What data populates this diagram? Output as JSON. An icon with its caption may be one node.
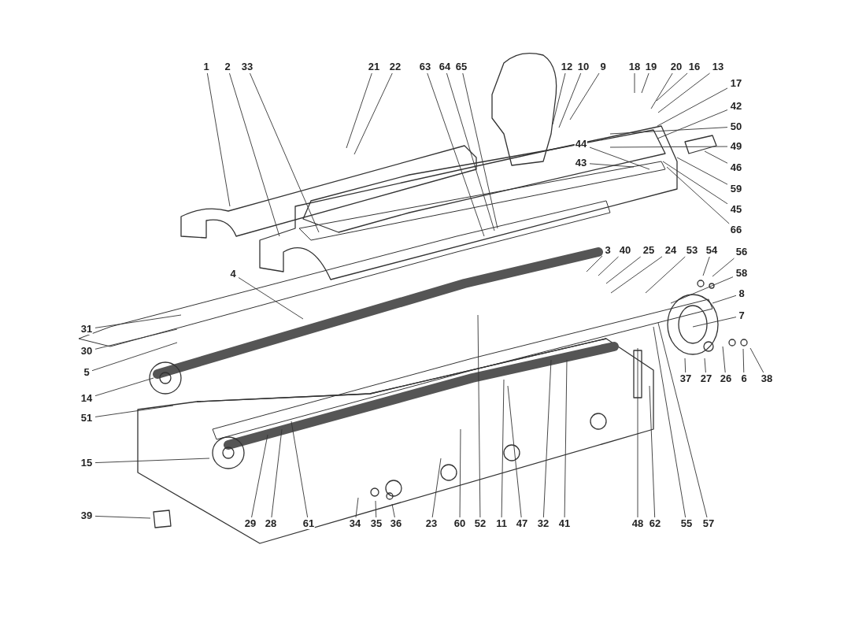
{
  "diagram": {
    "nodes": [
      {
        "text": [
          "1"
        ]
      },
      {
        "text": [
          "2"
        ]
      },
      {
        "text": [
          "33"
        ]
      },
      {
        "text": [
          "21"
        ]
      },
      {
        "text": [
          "22"
        ]
      },
      {
        "text": [
          "63"
        ]
      },
      {
        "text": [
          "64"
        ]
      },
      {
        "text": [
          "65"
        ]
      },
      {
        "text": [
          "12"
        ]
      },
      {
        "text": [
          "10"
        ]
      },
      {
        "text": [
          "9"
        ]
      },
      {
        "text": [
          "18"
        ]
      },
      {
        "text": [
          "19"
        ]
      },
      {
        "text": [
          "20"
        ]
      },
      {
        "text": [
          "16"
        ]
      },
      {
        "text": [
          "13"
        ]
      },
      {
        "text": [
          "17"
        ]
      },
      {
        "text": [
          "42"
        ]
      },
      {
        "text": [
          "50"
        ]
      },
      {
        "text": [
          "44"
        ]
      },
      {
        "text": [
          "49"
        ]
      },
      {
        "text": [
          "43"
        ]
      },
      {
        "text": [
          "46"
        ]
      },
      {
        "text": [
          "59"
        ]
      },
      {
        "text": [
          "45"
        ]
      },
      {
        "text": [
          "66"
        ]
      },
      {
        "text": [
          "3"
        ]
      },
      {
        "text": [
          "40"
        ]
      },
      {
        "text": [
          "25"
        ]
      },
      {
        "text": [
          "24"
        ]
      },
      {
        "text": [
          "53"
        ]
      },
      {
        "text": [
          "54"
        ]
      },
      {
        "text": [
          "56"
        ]
      },
      {
        "text": [
          "58"
        ]
      },
      {
        "text": [
          "8"
        ]
      },
      {
        "text": [
          "7"
        ]
      },
      {
        "text": [
          "37"
        ]
      },
      {
        "text": [
          "27"
        ]
      },
      {
        "text": [
          "26"
        ]
      },
      {
        "text": [
          "6"
        ]
      },
      {
        "text": [
          "38"
        ]
      },
      {
        "text": [
          "4"
        ]
      },
      {
        "text": [
          "31"
        ]
      },
      {
        "text": [
          "30"
        ]
      },
      {
        "text": [
          "5"
        ]
      },
      {
        "text": [
          "14"
        ]
      },
      {
        "text": [
          "51"
        ]
      },
      {
        "text": [
          "15"
        ]
      },
      {
        "text": [
          "39"
        ]
      },
      {
        "text": [
          "29"
        ]
      },
      {
        "text": [
          "28"
        ]
      },
      {
        "text": [
          "61"
        ]
      },
      {
        "text": [
          "34"
        ]
      },
      {
        "text": [
          "35"
        ]
      },
      {
        "text": [
          "36"
        ]
      },
      {
        "text": [
          "23"
        ]
      },
      {
        "text": [
          "60"
        ]
      },
      {
        "text": [
          "52"
        ]
      },
      {
        "text": [
          "11"
        ]
      },
      {
        "text": [
          "47"
        ]
      },
      {
        "text": [
          "32"
        ]
      },
      {
        "text": [
          "41"
        ]
      },
      {
        "text": [
          "48"
        ]
      },
      {
        "text": [
          "62"
        ]
      },
      {
        "text": [
          "55"
        ]
      },
      {
        "text": [
          "57"
        ]
      }
    ],
    "edges": [
      {
        "from": 0,
        "to": null,
        "arrow": "none"
      },
      {
        "from": 1,
        "to": null,
        "arrow": "none"
      },
      {
        "from": 2,
        "to": null,
        "arrow": "none"
      },
      {
        "from": 3,
        "to": null,
        "arrow": "none"
      },
      {
        "from": 4,
        "to": null,
        "arrow": "none"
      },
      {
        "from": 5,
        "to": null,
        "arrow": "none"
      },
      {
        "from": 6,
        "to": null,
        "arrow": "none"
      },
      {
        "from": 7,
        "to": null,
        "arrow": "none"
      },
      {
        "from": 8,
        "to": null,
        "arrow": "none"
      },
      {
        "from": 9,
        "to": null,
        "arrow": "none"
      },
      {
        "from": 10,
        "to": null,
        "arrow": "none"
      },
      {
        "from": 11,
        "to": null,
        "arrow": "none"
      },
      {
        "from": 12,
        "to": null,
        "arrow": "none"
      },
      {
        "from": 13,
        "to": null,
        "arrow": "none"
      },
      {
        "from": 14,
        "to": null,
        "arrow": "none"
      },
      {
        "from": 15,
        "to": null,
        "arrow": "none"
      },
      {
        "from": 16,
        "to": null,
        "arrow": "none"
      },
      {
        "from": 17,
        "to": null,
        "arrow": "none"
      },
      {
        "from": 18,
        "to": null,
        "arrow": "none"
      },
      {
        "from": 19,
        "to": null,
        "arrow": "none"
      },
      {
        "from": 20,
        "to": null,
        "arrow": "none"
      },
      {
        "from": 21,
        "to": null,
        "arrow": "none"
      },
      {
        "from": 22,
        "to": null,
        "arrow": "none"
      },
      {
        "from": 23,
        "to": null,
        "arrow": "none"
      },
      {
        "from": 24,
        "to": null,
        "arrow": "none"
      },
      {
        "from": 25,
        "to": null,
        "arrow": "none"
      },
      {
        "from": 26,
        "to": null,
        "arrow": "none"
      },
      {
        "from": 27,
        "to": null,
        "arrow": "none"
      },
      {
        "from": 28,
        "to": null,
        "arrow": "none"
      },
      {
        "from": 29,
        "to": null,
        "arrow": "none"
      },
      {
        "from": 30,
        "to": null,
        "arrow": "none"
      },
      {
        "from": 31,
        "to": null,
        "arrow": "none"
      },
      {
        "from": 32,
        "to": null,
        "arrow": "none"
      },
      {
        "from": 33,
        "to": null,
        "arrow": "none"
      },
      {
        "from": 34,
        "to": null,
        "arrow": "none"
      },
      {
        "from": 35,
        "to": null,
        "arrow": "none"
      },
      {
        "from": 36,
        "to": null,
        "arrow": "none"
      },
      {
        "from": 37,
        "to": null,
        "arrow": "none"
      },
      {
        "from": 38,
        "to": null,
        "arrow": "none"
      },
      {
        "from": 39,
        "to": null,
        "arrow": "none"
      },
      {
        "from": 40,
        "to": null,
        "arrow": "none"
      },
      {
        "from": 41,
        "to": null,
        "arrow": "none"
      },
      {
        "from": 42,
        "to": null,
        "arrow": "none"
      },
      {
        "from": 43,
        "to": null,
        "arrow": "none"
      },
      {
        "from": 44,
        "to": null,
        "arrow": "none"
      },
      {
        "from": 45,
        "to": null,
        "arrow": "none"
      },
      {
        "from": 46,
        "to": null,
        "arrow": "none"
      },
      {
        "from": 47,
        "to": null,
        "arrow": "none"
      },
      {
        "from": 48,
        "to": null,
        "arrow": "none"
      },
      {
        "from": 49,
        "to": null,
        "arrow": "none"
      },
      {
        "from": 50,
        "to": null,
        "arrow": "none"
      },
      {
        "from": 51,
        "to": null,
        "arrow": "none"
      },
      {
        "from": 52,
        "to": null,
        "arrow": "none"
      },
      {
        "from": 53,
        "to": null,
        "arrow": "none"
      },
      {
        "from": 54,
        "to": null,
        "arrow": "none"
      },
      {
        "from": 55,
        "to": null,
        "arrow": "none"
      },
      {
        "from": 56,
        "to": null,
        "arrow": "none"
      },
      {
        "from": 57,
        "to": null,
        "arrow": "none"
      },
      {
        "from": 58,
        "to": null,
        "arrow": "none"
      },
      {
        "from": 59,
        "to": null,
        "arrow": "none"
      },
      {
        "from": 60,
        "to": null,
        "arrow": "none"
      },
      {
        "from": 61,
        "to": null,
        "arrow": "none"
      },
      {
        "from": 62,
        "to": null,
        "arrow": "none"
      },
      {
        "from": 63,
        "to": null,
        "arrow": "none"
      },
      {
        "from": 64,
        "to": null,
        "arrow": "none"
      },
      {
        "from": 65,
        "to": null,
        "arrow": "none"
      }
    ]
  }
}
